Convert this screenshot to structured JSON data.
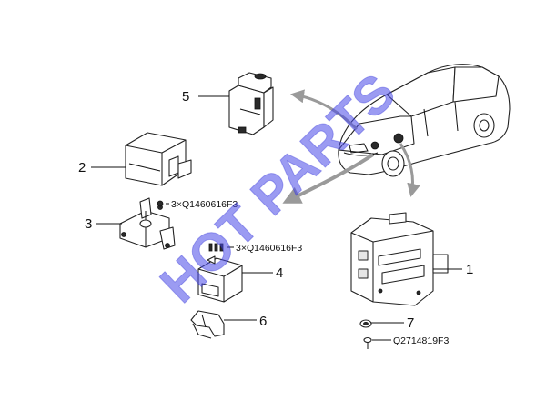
{
  "watermark": "HOT PARTS",
  "callouts": {
    "c1": "1",
    "c2": "2",
    "c3": "3",
    "c4": "4",
    "c5": "5",
    "c6": "6",
    "c7": "7"
  },
  "fasteners": {
    "bolt3": "3×Q1460616F3",
    "bolt4": "3×Q1460616F3",
    "screw7": "Q2714819F3"
  },
  "colors": {
    "watermark": "#4848e8",
    "arrows": "#9a9a9a",
    "lines": "#111111"
  }
}
